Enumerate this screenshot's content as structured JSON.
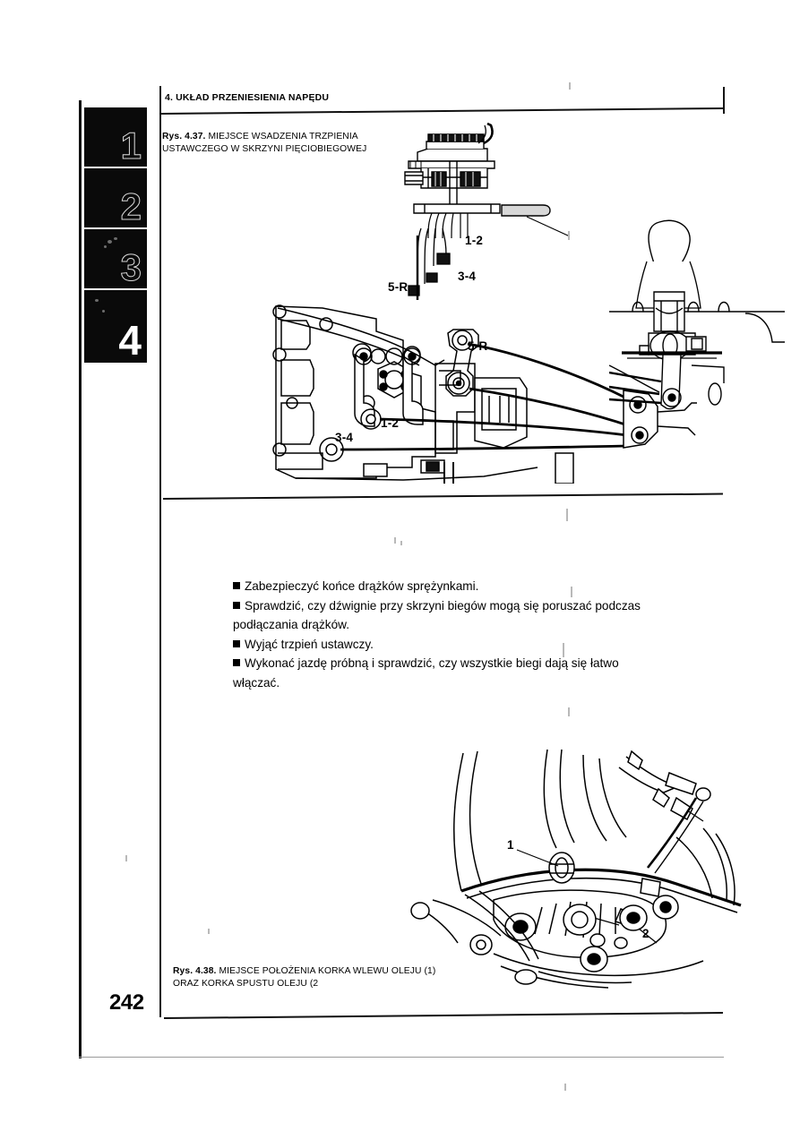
{
  "document": {
    "running_head": "4. UKŁAD PRZENIESIENIA NAPĘDU",
    "page_number": "242"
  },
  "figures": [
    {
      "id": "rys-4-37",
      "caption_lead": "Rys. 4.37.",
      "caption_text": " MIEJSCE WSADZENIA TRZPIENIA\nUSTAWCZEGO W SKRZYNI PIĘCIOBIEGOWEJ",
      "labels": {
        "detail_1_2": "1-2",
        "detail_3_4": "3-4",
        "detail_5_r": "5-R",
        "body_5_r": "5-R",
        "body_1_2": "1-2",
        "body_3_4": "3-4"
      }
    },
    {
      "id": "rys-4-38",
      "caption_lead": "Rys. 4.38.",
      "caption_text": " MIEJSCE POŁOŻENIA KORKA WLEWU OLEJU (1)\nORAZ KORKA SPUSTU OLEJU (2",
      "callouts": {
        "one": "1",
        "two": "2"
      }
    }
  ],
  "chapter_tabs": [
    {
      "label": "1",
      "style": "hollow"
    },
    {
      "label": "2",
      "style": "hollow"
    },
    {
      "label": "3",
      "style": "hollow"
    },
    {
      "label": "4",
      "style": "solid"
    }
  ],
  "body": {
    "items": [
      "Zabezpieczyć końce drążków sprężynkami.",
      "Sprawdzić, czy dźwignie przy skrzyni biegów mogą się poruszać podczas podłączania drążków.",
      "Wyjąć trzpień ustawczy.",
      "Wykonać jazdę próbną i sprawdzić, czy wszystkie biegi dają się łatwo włączać."
    ],
    "line1": "Zabezpieczyć końce drążków sprężynkami.",
    "line2": "Sprawdzić, czy dźwignie przy skrzyni biegów mogą się poruszać podczas",
    "line3": "podłączania drążków.",
    "line4": "Wyjąć trzpień ustawczy.",
    "line5": "Wykonać jazdę próbną i sprawdzić, czy wszystkie biegi dają się łatwo",
    "line6": "włączać."
  }
}
